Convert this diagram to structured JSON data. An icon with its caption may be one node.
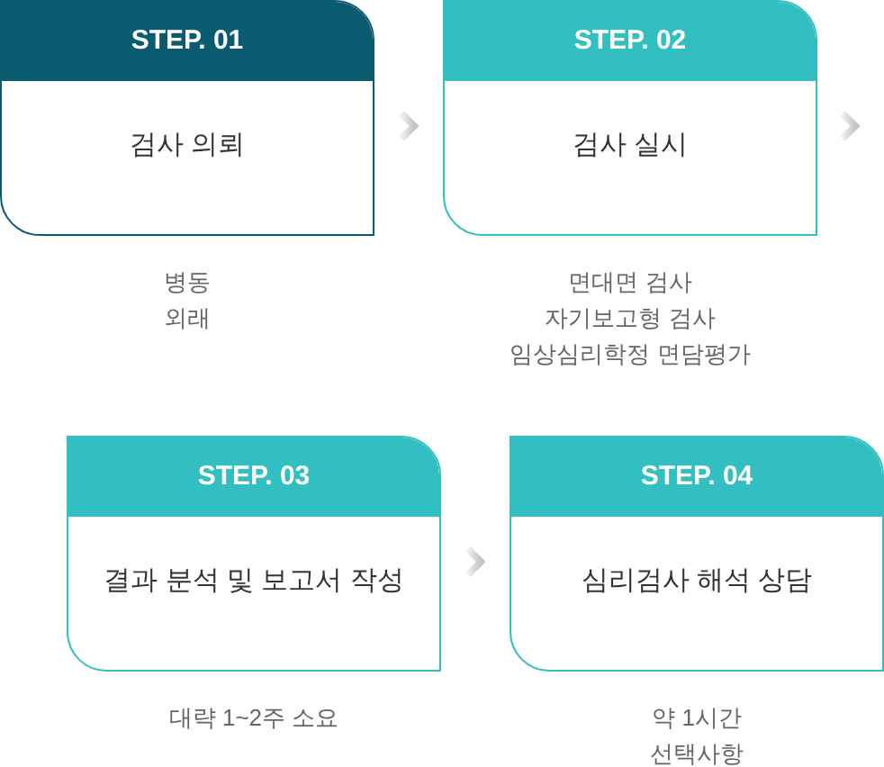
{
  "diagram": {
    "nodes": [
      {
        "text": [
          "STEP. 01",
          "검사 의뢰"
        ],
        "beside": [
          "병동",
          "외래"
        ]
      },
      {
        "text": [
          "STEP. 02",
          "검사 실시"
        ],
        "beside": [
          "면대면 검사",
          "자기보고형 검사",
          "임상심리학정 면담평가"
        ]
      },
      {
        "text": [
          "STEP. 03",
          "결과 분석 및 보고서 작성"
        ],
        "beside": [
          "대략 1~2주 소요"
        ]
      },
      {
        "text": [
          "STEP. 04",
          "심리검사 해석 상담"
        ],
        "beside": [
          "약 1시간",
          "선택사항"
        ]
      }
    ],
    "edges": [
      {
        "from": 0,
        "to": 1,
        "arrow": "to"
      },
      {
        "from": 1,
        "to": null,
        "arrow": "to"
      },
      {
        "from": 2,
        "to": 3,
        "arrow": "to"
      }
    ]
  }
}
